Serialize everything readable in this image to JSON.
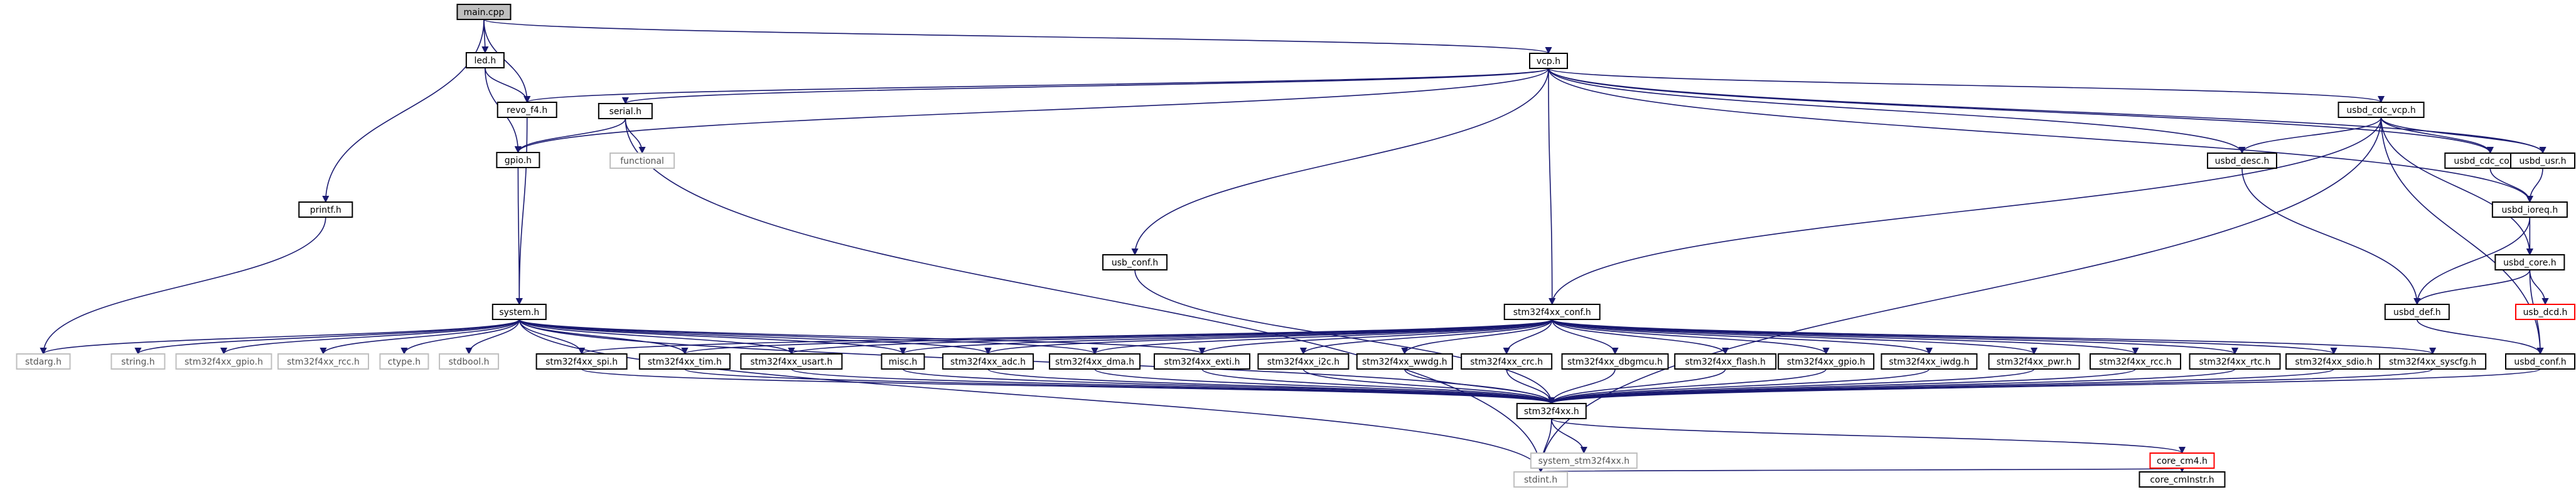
{
  "diagram": {
    "title": "",
    "colors": {
      "node_border": "#000000",
      "node_fill": "#ffffff",
      "root_fill": "#bfbfbf",
      "system_header_border": "#bfbfbf",
      "system_header_text": "#555555",
      "truncated_border": "#ff0000",
      "edge": "#191970"
    },
    "nodes": [
      {
        "id": "main_cpp",
        "label": "main.cpp",
        "style": "root"
      },
      {
        "id": "led_h",
        "label": "led.h",
        "style": "normal"
      },
      {
        "id": "revo_f4_h",
        "label": "revo_f4.h",
        "style": "normal"
      },
      {
        "id": "gpio_h",
        "label": "gpio.h",
        "style": "normal"
      },
      {
        "id": "serial_h",
        "label": "serial.h",
        "style": "normal"
      },
      {
        "id": "functional",
        "label": "functional",
        "style": "system"
      },
      {
        "id": "printf_h",
        "label": "printf.h",
        "style": "normal"
      },
      {
        "id": "vcp_h",
        "label": "vcp.h",
        "style": "normal"
      },
      {
        "id": "usb_conf_h",
        "label": "usb_conf.h",
        "style": "normal"
      },
      {
        "id": "system_h",
        "label": "system.h",
        "style": "normal"
      },
      {
        "id": "stdarg_h",
        "label": "stdarg.h",
        "style": "system"
      },
      {
        "id": "string_h",
        "label": "string.h",
        "style": "system"
      },
      {
        "id": "stm32f4xx_gpio_sys",
        "label": "stm32f4xx_gpio.h",
        "style": "system"
      },
      {
        "id": "stm32f4xx_rcc_sys",
        "label": "stm32f4xx_rcc.h",
        "style": "system"
      },
      {
        "id": "ctype_h",
        "label": "ctype.h",
        "style": "system"
      },
      {
        "id": "stdbool_h",
        "label": "stdbool.h",
        "style": "system"
      },
      {
        "id": "stm32f4xx_spi_h",
        "label": "stm32f4xx_spi.h",
        "style": "normal"
      },
      {
        "id": "stm32f4xx_tim_h",
        "label": "stm32f4xx_tim.h",
        "style": "normal"
      },
      {
        "id": "stm32f4xx_usart_h",
        "label": "stm32f4xx_usart.h",
        "style": "normal"
      },
      {
        "id": "misc_h",
        "label": "misc.h",
        "style": "normal"
      },
      {
        "id": "stm32f4xx_adc_h",
        "label": "stm32f4xx_adc.h",
        "style": "normal"
      },
      {
        "id": "stm32f4xx_dma_h",
        "label": "stm32f4xx_dma.h",
        "style": "normal"
      },
      {
        "id": "stm32f4xx_exti_h",
        "label": "stm32f4xx_exti.h",
        "style": "normal"
      },
      {
        "id": "stm32f4xx_i2c_h",
        "label": "stm32f4xx_i2c.h",
        "style": "normal"
      },
      {
        "id": "stm32f4xx_wwdg_h",
        "label": "stm32f4xx_wwdg.h",
        "style": "normal"
      },
      {
        "id": "stm32f4xx_crc_h",
        "label": "stm32f4xx_crc.h",
        "style": "normal"
      },
      {
        "id": "stm32f4xx_dbgmcu_h",
        "label": "stm32f4xx_dbgmcu.h",
        "style": "normal"
      },
      {
        "id": "stm32f4xx_flash_h",
        "label": "stm32f4xx_flash.h",
        "style": "normal"
      },
      {
        "id": "stm32f4xx_gpio_h",
        "label": "stm32f4xx_gpio.h",
        "style": "normal"
      },
      {
        "id": "stm32f4xx_iwdg_h",
        "label": "stm32f4xx_iwdg.h",
        "style": "normal"
      },
      {
        "id": "stm32f4xx_pwr_h",
        "label": "stm32f4xx_pwr.h",
        "style": "normal"
      },
      {
        "id": "stm32f4xx_rcc_h",
        "label": "stm32f4xx_rcc.h",
        "style": "normal"
      },
      {
        "id": "stm32f4xx_rtc_h",
        "label": "stm32f4xx_rtc.h",
        "style": "normal"
      },
      {
        "id": "stm32f4xx_sdio_h",
        "label": "stm32f4xx_sdio.h",
        "style": "normal"
      },
      {
        "id": "stm32f4xx_syscfg_h",
        "label": "stm32f4xx_syscfg.h",
        "style": "normal"
      },
      {
        "id": "stm32f4xx_conf_h",
        "label": "stm32f4xx_conf.h",
        "style": "normal"
      },
      {
        "id": "stm32f4xx_h",
        "label": "stm32f4xx.h",
        "style": "normal"
      },
      {
        "id": "system_stm32f4xx_h",
        "label": "system_stm32f4xx.h",
        "style": "system"
      },
      {
        "id": "core_cm4_h",
        "label": "core_cm4.h",
        "style": "truncated"
      },
      {
        "id": "core_cmInstr_h",
        "label": "core_cmInstr.h",
        "style": "normal"
      },
      {
        "id": "stdint_h",
        "label": "stdint.h",
        "style": "system"
      },
      {
        "id": "usbd_desc_h",
        "label": "usbd_desc.h",
        "style": "normal"
      },
      {
        "id": "usbd_cdc_vcp_h",
        "label": "usbd_cdc_vcp.h",
        "style": "normal"
      },
      {
        "id": "usbd_cdc_core_h",
        "label": "usbd_cdc_core.h",
        "style": "normal"
      },
      {
        "id": "usbd_usr_h",
        "label": "usbd_usr.h",
        "style": "normal"
      },
      {
        "id": "usbd_ioreq_h",
        "label": "usbd_ioreq.h",
        "style": "normal"
      },
      {
        "id": "usbd_core_h",
        "label": "usbd_core.h",
        "style": "normal"
      },
      {
        "id": "usbd_def_h",
        "label": "usbd_def.h",
        "style": "normal"
      },
      {
        "id": "usb_dcd_h",
        "label": "usb_dcd.h",
        "style": "truncated"
      },
      {
        "id": "usbd_conf_h",
        "label": "usbd_conf.h",
        "style": "normal"
      }
    ],
    "edges": [
      [
        "main_cpp",
        "led_h"
      ],
      [
        "main_cpp",
        "revo_f4_h"
      ],
      [
        "main_cpp",
        "printf_h"
      ],
      [
        "main_cpp",
        "vcp_h"
      ],
      [
        "led_h",
        "revo_f4_h"
      ],
      [
        "led_h",
        "gpio_h"
      ],
      [
        "revo_f4_h",
        "system_h"
      ],
      [
        "vcp_h",
        "revo_f4_h"
      ],
      [
        "vcp_h",
        "gpio_h"
      ],
      [
        "vcp_h",
        "serial_h"
      ],
      [
        "vcp_h",
        "usb_conf_h"
      ],
      [
        "vcp_h",
        "stm32f4xx_conf_h"
      ],
      [
        "vcp_h",
        "usbd_desc_h"
      ],
      [
        "vcp_h",
        "usbd_cdc_vcp_h"
      ],
      [
        "vcp_h",
        "usbd_cdc_core_h"
      ],
      [
        "vcp_h",
        "usbd_usr_h"
      ],
      [
        "vcp_h",
        "usbd_ioreq_h"
      ],
      [
        "serial_h",
        "gpio_h"
      ],
      [
        "serial_h",
        "functional"
      ],
      [
        "serial_h",
        "stdint_h"
      ],
      [
        "gpio_h",
        "system_h"
      ],
      [
        "printf_h",
        "stdarg_h"
      ],
      [
        "usb_conf_h",
        "stm32f4xx_h"
      ],
      [
        "system_h",
        "stdarg_h"
      ],
      [
        "system_h",
        "string_h"
      ],
      [
        "system_h",
        "stm32f4xx_gpio_sys"
      ],
      [
        "system_h",
        "stm32f4xx_rcc_sys"
      ],
      [
        "system_h",
        "ctype_h"
      ],
      [
        "system_h",
        "stdbool_h"
      ],
      [
        "system_h",
        "stm32f4xx_spi_h"
      ],
      [
        "system_h",
        "stm32f4xx_tim_h"
      ],
      [
        "system_h",
        "stm32f4xx_usart_h"
      ],
      [
        "system_h",
        "misc_h"
      ],
      [
        "system_h",
        "stm32f4xx_adc_h"
      ],
      [
        "system_h",
        "stm32f4xx_dma_h"
      ],
      [
        "system_h",
        "stm32f4xx_exti_h"
      ],
      [
        "system_h",
        "stm32f4xx_h"
      ],
      [
        "system_h",
        "stdint_h"
      ],
      [
        "stm32f4xx_conf_h",
        "stm32f4xx_spi_h"
      ],
      [
        "stm32f4xx_conf_h",
        "stm32f4xx_tim_h"
      ],
      [
        "stm32f4xx_conf_h",
        "stm32f4xx_usart_h"
      ],
      [
        "stm32f4xx_conf_h",
        "misc_h"
      ],
      [
        "stm32f4xx_conf_h",
        "stm32f4xx_adc_h"
      ],
      [
        "stm32f4xx_conf_h",
        "stm32f4xx_dma_h"
      ],
      [
        "stm32f4xx_conf_h",
        "stm32f4xx_exti_h"
      ],
      [
        "stm32f4xx_conf_h",
        "stm32f4xx_i2c_h"
      ],
      [
        "stm32f4xx_conf_h",
        "stm32f4xx_wwdg_h"
      ],
      [
        "stm32f4xx_conf_h",
        "stm32f4xx_crc_h"
      ],
      [
        "stm32f4xx_conf_h",
        "stm32f4xx_dbgmcu_h"
      ],
      [
        "stm32f4xx_conf_h",
        "stm32f4xx_flash_h"
      ],
      [
        "stm32f4xx_conf_h",
        "stm32f4xx_gpio_h"
      ],
      [
        "stm32f4xx_conf_h",
        "stm32f4xx_iwdg_h"
      ],
      [
        "stm32f4xx_conf_h",
        "stm32f4xx_pwr_h"
      ],
      [
        "stm32f4xx_conf_h",
        "stm32f4xx_rcc_h"
      ],
      [
        "stm32f4xx_conf_h",
        "stm32f4xx_rtc_h"
      ],
      [
        "stm32f4xx_conf_h",
        "stm32f4xx_sdio_h"
      ],
      [
        "stm32f4xx_conf_h",
        "stm32f4xx_syscfg_h"
      ],
      [
        "stm32f4xx_spi_h",
        "stm32f4xx_h"
      ],
      [
        "stm32f4xx_tim_h",
        "stm32f4xx_h"
      ],
      [
        "stm32f4xx_usart_h",
        "stm32f4xx_h"
      ],
      [
        "misc_h",
        "stm32f4xx_h"
      ],
      [
        "stm32f4xx_adc_h",
        "stm32f4xx_h"
      ],
      [
        "stm32f4xx_dma_h",
        "stm32f4xx_h"
      ],
      [
        "stm32f4xx_exti_h",
        "stm32f4xx_h"
      ],
      [
        "stm32f4xx_i2c_h",
        "stm32f4xx_h"
      ],
      [
        "stm32f4xx_wwdg_h",
        "stm32f4xx_h"
      ],
      [
        "stm32f4xx_crc_h",
        "stm32f4xx_h"
      ],
      [
        "stm32f4xx_dbgmcu_h",
        "stm32f4xx_h"
      ],
      [
        "stm32f4xx_flash_h",
        "stm32f4xx_h"
      ],
      [
        "stm32f4xx_gpio_h",
        "stm32f4xx_h"
      ],
      [
        "stm32f4xx_iwdg_h",
        "stm32f4xx_h"
      ],
      [
        "stm32f4xx_pwr_h",
        "stm32f4xx_h"
      ],
      [
        "stm32f4xx_rcc_h",
        "stm32f4xx_h"
      ],
      [
        "stm32f4xx_rtc_h",
        "stm32f4xx_h"
      ],
      [
        "stm32f4xx_sdio_h",
        "stm32f4xx_h"
      ],
      [
        "stm32f4xx_syscfg_h",
        "stm32f4xx_h"
      ],
      [
        "stm32f4xx_h",
        "system_stm32f4xx_h"
      ],
      [
        "stm32f4xx_h",
        "core_cm4_h"
      ],
      [
        "stm32f4xx_h",
        "stdint_h"
      ],
      [
        "core_cm4_h",
        "core_cmInstr_h"
      ],
      [
        "core_cm4_h",
        "stdint_h"
      ],
      [
        "usbd_desc_h",
        "usbd_def_h"
      ],
      [
        "usbd_cdc_vcp_h",
        "usbd_desc_h"
      ],
      [
        "usbd_cdc_vcp_h",
        "stm32f4xx_conf_h"
      ],
      [
        "usbd_cdc_vcp_h",
        "usbd_cdc_core_h"
      ],
      [
        "usbd_cdc_vcp_h",
        "usbd_usr_h"
      ],
      [
        "usbd_cdc_vcp_h",
        "usbd_core_h"
      ],
      [
        "usbd_cdc_vcp_h",
        "usbd_conf_h"
      ],
      [
        "usbd_cdc_vcp_h",
        "stdint_h"
      ],
      [
        "usbd_cdc_core_h",
        "usbd_ioreq_h"
      ],
      [
        "usbd_usr_h",
        "usbd_ioreq_h"
      ],
      [
        "usbd_ioreq_h",
        "usbd_core_h"
      ],
      [
        "usbd_ioreq_h",
        "usbd_def_h"
      ],
      [
        "usbd_core_h",
        "usbd_def_h"
      ],
      [
        "usbd_core_h",
        "usb_dcd_h"
      ],
      [
        "usbd_core_h",
        "usbd_conf_h"
      ],
      [
        "usbd_def_h",
        "usbd_conf_h"
      ],
      [
        "usbd_conf_h",
        "stm32f4xx_h"
      ]
    ]
  }
}
